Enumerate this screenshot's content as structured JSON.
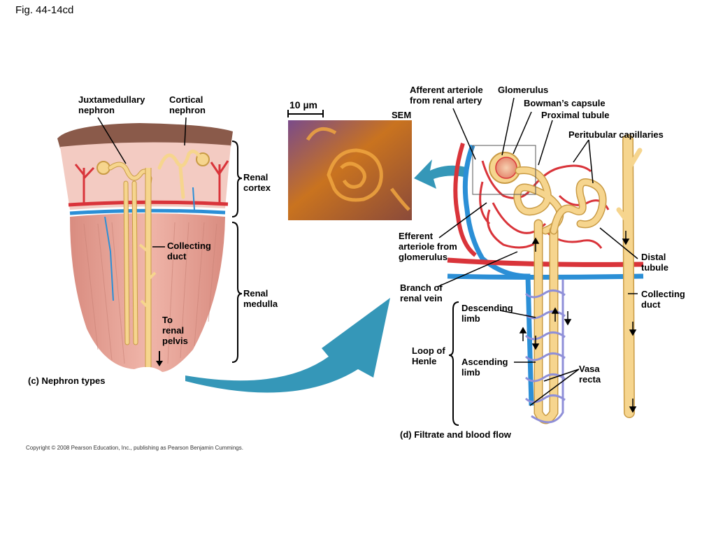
{
  "figure_label": "Fig. 44-14cd",
  "panel_c": {
    "caption": "(c) Nephron types",
    "juxtamedullary": "Juxtamedullary\nnephron",
    "cortical": "Cortical\nnephron",
    "renal_cortex": "Renal\ncortex",
    "renal_medulla": "Renal\nmedulla",
    "collecting_duct": "Collecting\nduct",
    "to_renal_pelvis": "To\nrenal\npelvis"
  },
  "sem": {
    "scale": "10 µm",
    "label": "SEM"
  },
  "panel_d": {
    "caption": "(d) Filtrate and blood flow",
    "afferent": "Afferent arteriole\nfrom renal artery",
    "glomerulus": "Glomerulus",
    "bowmans": "Bowman’s capsule",
    "proximal": "Proximal tubule",
    "peritubular": "Peritubular capillaries",
    "efferent": "Efferent\narteriole from\nglomerulus",
    "distal": "Distal\ntubule",
    "branch_vein": "Branch of\nrenal vein",
    "collecting_duct": "Collecting\nduct",
    "descending": "Descending\nlimb",
    "loop": "Loop of\nHenle",
    "ascending": "Ascending\nlimb",
    "vasa_recta": "Vasa\nrecta"
  },
  "copyright": "Copyright © 2008 Pearson Education, Inc., publishing as Pearson Benjamin Cummings.",
  "colors": {
    "tubule": "#f6d58e",
    "tubule_edge": "#c99b45",
    "artery": "#d9343a",
    "vein": "#2b8fd6",
    "capillary_blue": "#8f8fd8",
    "tissue": "#e8a69a",
    "arrow_teal": "#3597b8",
    "sem_orange": "#c9731f"
  }
}
